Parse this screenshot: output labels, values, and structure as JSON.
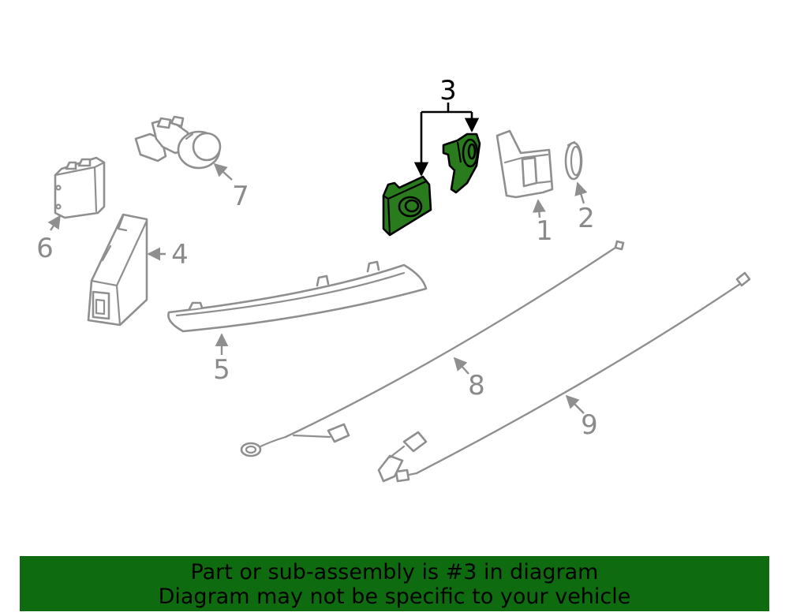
{
  "diagram": {
    "highlight_color": "#2a7a1e",
    "part_color": "#8f8f8f",
    "callouts": {
      "c1": "1",
      "c2": "2",
      "c3": "3",
      "c4": "4",
      "c5": "5",
      "c6": "6",
      "c7": "7",
      "c8": "8",
      "c9": "9"
    }
  },
  "banner": {
    "color": "#0f6b0f",
    "line1": "Part or sub-assembly is #3 in diagram",
    "line2": "Diagram may not be specific to your vehicle"
  }
}
